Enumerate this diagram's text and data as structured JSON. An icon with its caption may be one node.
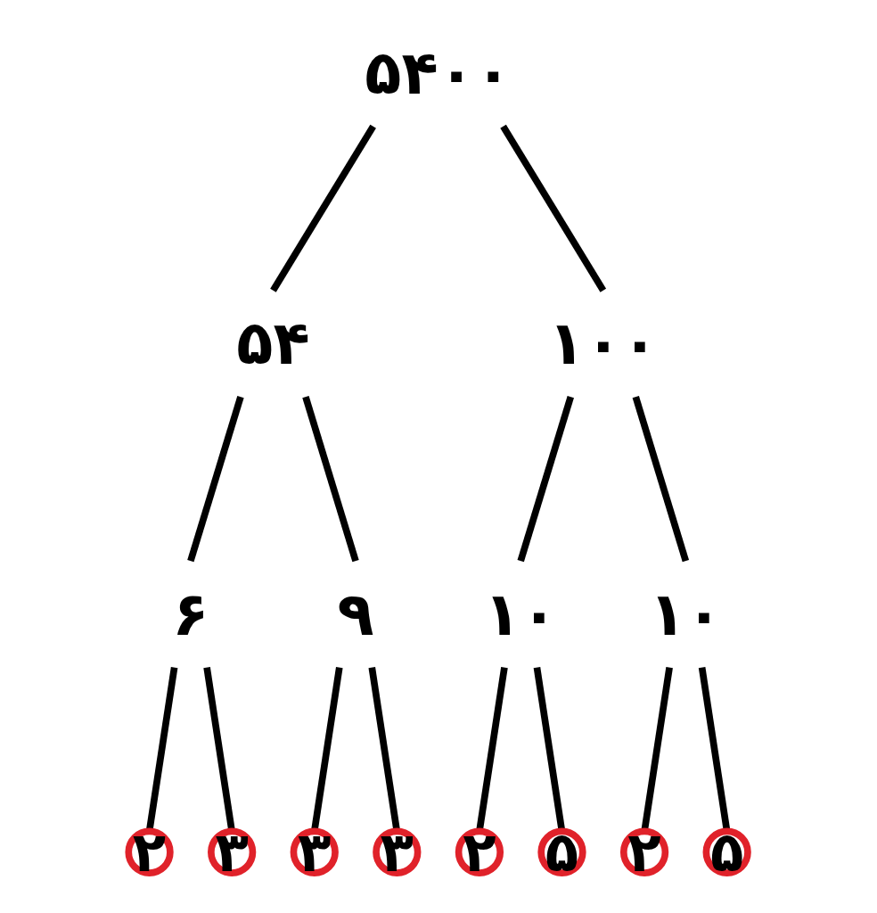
{
  "diagram": {
    "nodes": [
      {
        "text": [
          "۵۴۰۰"
        ]
      },
      {
        "text": [
          "۵۴"
        ]
      },
      {
        "text": [
          "۱۰۰"
        ]
      },
      {
        "text": [
          "۶"
        ]
      },
      {
        "text": [
          "۹"
        ]
      },
      {
        "text": [
          "۱۰"
        ]
      },
      {
        "text": [
          "۱۰"
        ]
      },
      {
        "text": [
          "۲"
        ]
      },
      {
        "text": [
          "۳"
        ]
      },
      {
        "text": [
          "۳"
        ]
      },
      {
        "text": [
          "۳"
        ]
      },
      {
        "text": [
          "۲"
        ]
      },
      {
        "text": [
          "۵"
        ]
      },
      {
        "text": [
          "۲"
        ]
      },
      {
        "text": [
          "۵"
        ]
      }
    ],
    "edges": [
      {
        "from": 0,
        "to": 1,
        "arrow": "none"
      },
      {
        "from": 0,
        "to": 2,
        "arrow": "none"
      },
      {
        "from": 1,
        "to": 3,
        "arrow": "none"
      },
      {
        "from": 1,
        "to": 4,
        "arrow": "none"
      },
      {
        "from": 2,
        "to": 5,
        "arrow": "none"
      },
      {
        "from": 2,
        "to": 6,
        "arrow": "none"
      },
      {
        "from": 3,
        "to": 7,
        "arrow": "none"
      },
      {
        "from": 3,
        "to": 8,
        "arrow": "none"
      },
      {
        "from": 4,
        "to": 9,
        "arrow": "none"
      },
      {
        "from": 4,
        "to": 10,
        "arrow": "none"
      },
      {
        "from": 5,
        "to": 11,
        "arrow": "none"
      },
      {
        "from": 5,
        "to": 12,
        "arrow": "none"
      },
      {
        "from": 6,
        "to": 13,
        "arrow": "none"
      },
      {
        "from": 6,
        "to": 14,
        "arrow": "none"
      }
    ]
  }
}
